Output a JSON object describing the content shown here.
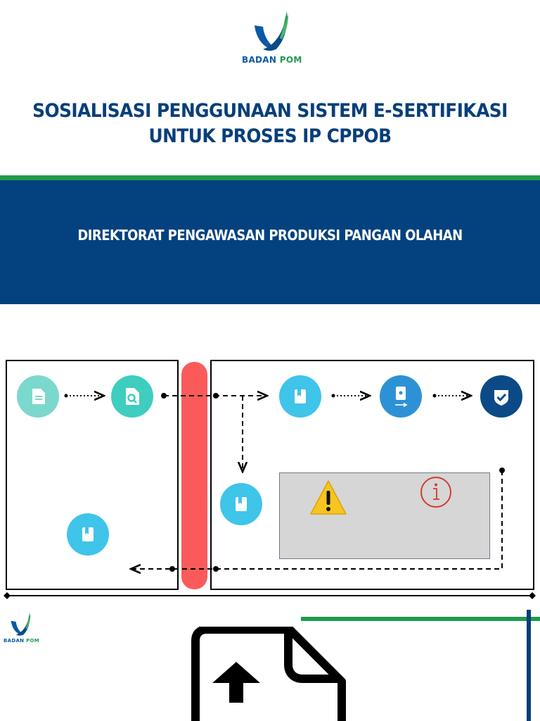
{
  "logo": {
    "brand_badan": "BADAN",
    "brand_pom": "POM",
    "icon": "badan-pom-swoosh-logo"
  },
  "title": {
    "line1": "SOSIALISASI PENGGUNAAN SISTEM E-SERTIFIKASI",
    "line2": "UNTUK PROSES IP CPPOB"
  },
  "band": {
    "subtitle": "DIREKTORAT PENGAWASAN PRODUKSI PANGAN OLAHAN"
  },
  "flow": {
    "nodes": [
      {
        "name": "document-icon",
        "color": "#7bd8cd"
      },
      {
        "name": "document-search-icon",
        "color": "#3ecdbf"
      },
      {
        "name": "book-icon",
        "color": "#3fc4ea"
      },
      {
        "name": "phone-transfer-icon",
        "color": "#2d92d5"
      },
      {
        "name": "shield-check-icon",
        "color": "#0b4a86"
      },
      {
        "name": "book-icon",
        "color": "#3fc4ea"
      },
      {
        "name": "book-icon",
        "color": "#3fc4ea"
      }
    ],
    "warning_icon": "warning-triangle-icon",
    "info_icon": "info-circle-icon",
    "divider_color": "#fb5a5a"
  },
  "footer": {
    "icon": "file-upload-icon"
  },
  "colors": {
    "navy": "#04427f",
    "green": "#1f9c4d",
    "title": "#073f7a"
  }
}
